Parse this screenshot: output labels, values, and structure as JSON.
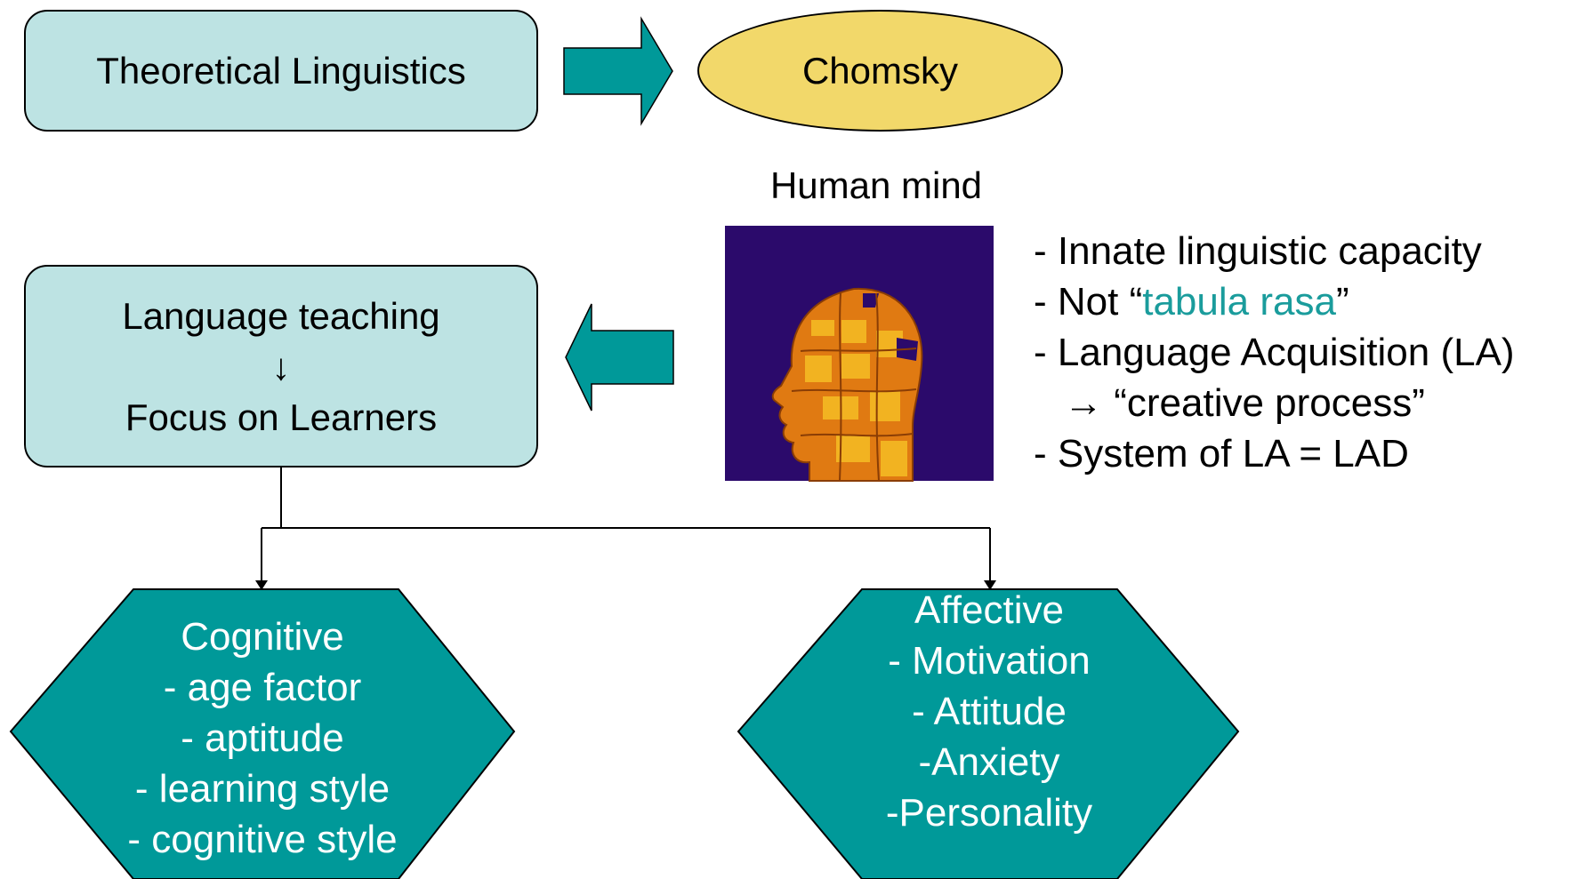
{
  "top": {
    "theory_box": "Theoretical Linguistics",
    "chomsky": "Chomsky"
  },
  "mind": {
    "caption": "Human mind",
    "image_icon": "puzzle-head-icon"
  },
  "teaching": {
    "line1": "Language teaching",
    "arrow": "↓",
    "line2": "Focus on Learners"
  },
  "points": {
    "p1": "- Innate linguistic capacity",
    "p2_prefix": "- Not “",
    "p2_term": "tabula rasa",
    "p2_suffix": "”",
    "p3": "- Language Acquisition (LA)",
    "p4": "→ “creative process”",
    "p5": "- System of LA = LAD"
  },
  "cognitive": {
    "title": "Cognitive",
    "items": [
      "- age factor",
      "- aptitude",
      "- learning style",
      "- cognitive style"
    ]
  },
  "affective": {
    "title": "Affective",
    "items": [
      "- Motivation",
      "- Attitude",
      "-Anxiety",
      "-Personality"
    ]
  },
  "colors": {
    "box_fill": "#bde3e3",
    "ellipse_fill": "#f2d86a",
    "teal": "#009999",
    "mind_bg": "#2b0a6b",
    "highlight_text": "#1a9c9c"
  }
}
